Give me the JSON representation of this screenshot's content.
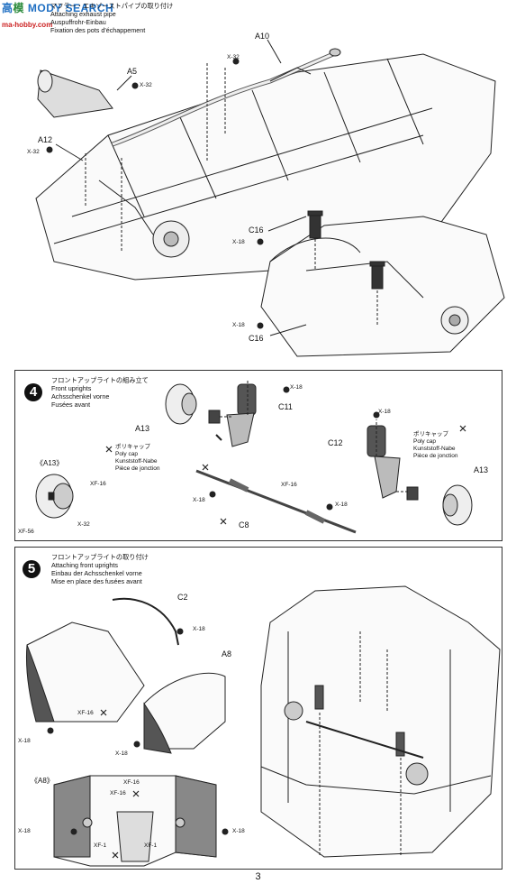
{
  "watermark": {
    "prefix": "高",
    "logo": "模",
    "text": "MODY SEARCH",
    "site": "ma-hobby.com"
  },
  "step3": {
    "title_jp": "マフラー・エキゾーストパイプの取り付け",
    "title_en": "Attaching exhaust pipe",
    "title_de": "Auspuffrohr-Einbau",
    "title_fr": "Fixation des pots d'échappement",
    "labels": {
      "a10": "A10",
      "a5": "A5",
      "a12": "A12",
      "c16a": "C16",
      "c16b": "C16"
    },
    "screws": {
      "x32": "X-32",
      "x18": "X-18"
    }
  },
  "step4": {
    "number": "4",
    "title_jp": "フロントアップライトの組み立て",
    "title_en": "Front uprights",
    "title_de": "Achsschenkel vorne",
    "title_fr": "Fusées avant",
    "labels": {
      "c11": "C11",
      "c12": "C12",
      "a13": "A13",
      "c8": "C8",
      "a13_box": "《A13》"
    },
    "polycap_jp": "ポリキャップ",
    "polycap_en": "Poly cap",
    "polycap_de": "Kunststoff-Nabe",
    "polycap_fr": "Pièce de jonction",
    "screws": {
      "x18": "X-18",
      "xf16": "XF-16",
      "xf56": "XF-56",
      "x32": "X-32"
    }
  },
  "step5": {
    "number": "5",
    "title_jp": "フロントアップライトの取り付け",
    "title_en": "Attaching front uprights",
    "title_de": "Einbau der Achsschenkel vorne",
    "title_fr": "Mise en place des fusées avant",
    "labels": {
      "c2": "C2",
      "a8": "A8",
      "a8_box": "《A8》"
    },
    "screws": {
      "x18": "X-18",
      "xf16": "XF-16",
      "xf1": "XF-1"
    }
  },
  "page_number": "3"
}
